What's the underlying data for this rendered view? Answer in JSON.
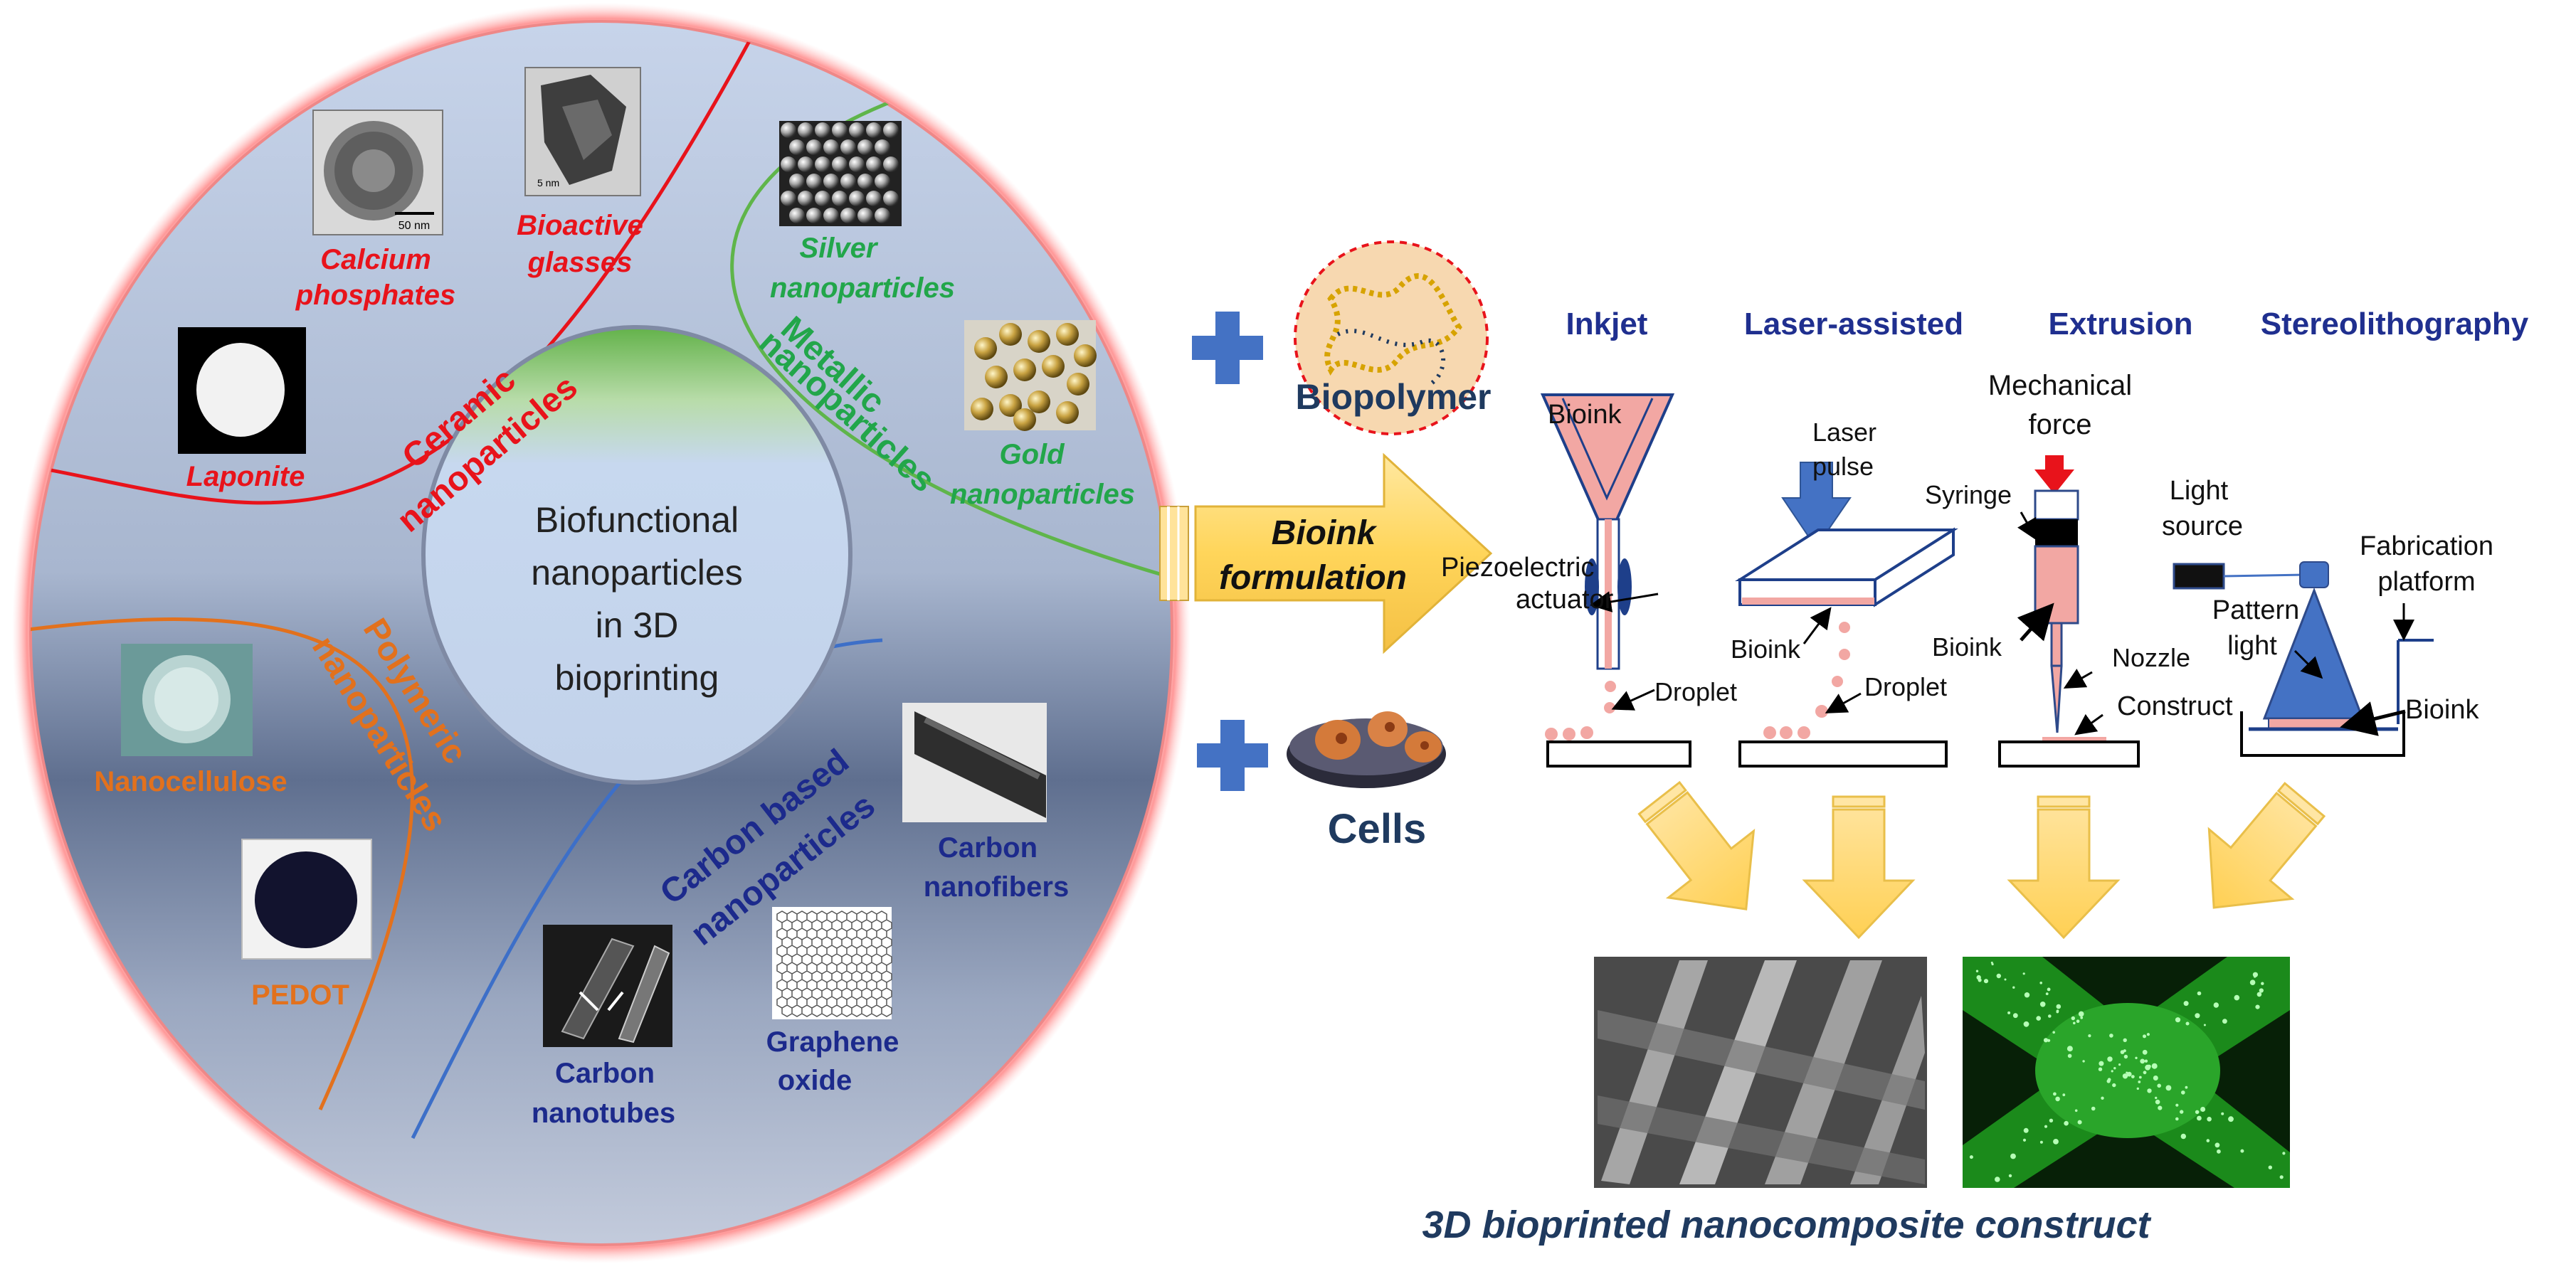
{
  "colors": {
    "ceramic": "#e8131b",
    "metallic": "#22a64a",
    "polymeric": "#e2711d",
    "carbon": "#1c2a8c",
    "header_blue": "#1f2f8f",
    "arrow_yellow": "#ffd75e",
    "bioink_pink": "#f2a7a3",
    "dark_navy": "#1f3a5f"
  },
  "center": {
    "lines": [
      "Biofunctional",
      "nanoparticles",
      "in 3D",
      "bioprinting"
    ]
  },
  "categories": {
    "ceramic": {
      "lines": [
        "Ceramic",
        "nanoparticles"
      ]
    },
    "metallic": {
      "lines": [
        "Metallic",
        "nanoparticles"
      ]
    },
    "polymeric": {
      "lines": [
        "Polymeric",
        "nanoparticles"
      ]
    },
    "carbon": {
      "lines": [
        "Carbon based",
        "nanoparticles"
      ]
    }
  },
  "materials": {
    "calcium_phosphates": {
      "lines": [
        "Calcium",
        "phosphates"
      ],
      "scale": "50 nm"
    },
    "bioactive_glasses": {
      "lines": [
        "Bioactive",
        "glasses"
      ],
      "scale": "5 nm"
    },
    "laponite": {
      "lines": [
        "Laponite"
      ]
    },
    "silver": {
      "lines": [
        "Silver",
        "nanoparticles"
      ]
    },
    "gold": {
      "lines": [
        "Gold",
        "nanoparticles"
      ]
    },
    "nanocellulose": {
      "lines": [
        "Nanocellulose"
      ]
    },
    "pedot": {
      "lines": [
        "PEDOT"
      ]
    },
    "carbon_nanofibers": {
      "lines": [
        "Carbon",
        "nanofibers"
      ]
    },
    "carbon_nanotubes": {
      "lines": [
        "Carbon",
        "nanotubes"
      ]
    },
    "graphene_oxide": {
      "lines": [
        "Graphene",
        "oxide"
      ]
    }
  },
  "inputs": {
    "biopolymer": "Biopolymer",
    "cells": "Cells",
    "bioink_formulation": [
      "Bioink",
      "formulation"
    ]
  },
  "methods": {
    "inkjet": {
      "title": "Inkjet",
      "bioink": "Bioink",
      "actuator": [
        "Piezoelectric",
        "actuator"
      ],
      "droplet": "Droplet"
    },
    "laser": {
      "title": "Laser-assisted",
      "pulse": [
        "Laser",
        "pulse"
      ],
      "bioink": "Bioink",
      "droplet": "Droplet"
    },
    "extrusion": {
      "title": "Extrusion",
      "force": [
        "Mechanical",
        "force"
      ],
      "syringe": "Syringe",
      "bioink": "Bioink",
      "nozzle": "Nozzle",
      "construct": "Construct"
    },
    "stereo": {
      "title": "Stereolithography",
      "light_source": [
        "Light",
        "source"
      ],
      "platform": [
        "Fabrication",
        "platform"
      ],
      "pattern": [
        "Pattern",
        "light"
      ],
      "bioink": "Bioink"
    }
  },
  "result": {
    "caption": "3D bioprinted nanocomposite construct"
  }
}
